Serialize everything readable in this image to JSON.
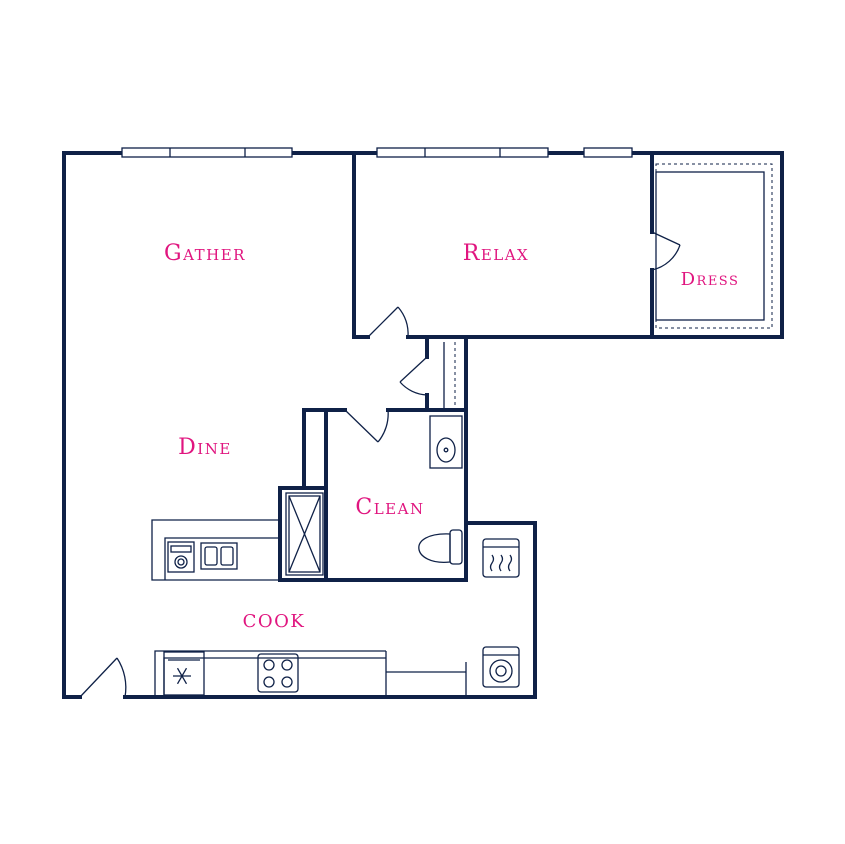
{
  "colors": {
    "wall": "#0f2147",
    "label": "#e0157f",
    "background": "#ffffff"
  },
  "rooms": {
    "gather": "Gather",
    "relax": "Relax",
    "dress": "Dress",
    "dine": "Dine",
    "clean": "Clean",
    "cook": "COOK"
  },
  "fixtures": [
    "window-icon",
    "door-icon",
    "sink-icon",
    "toilet-icon",
    "shower-icon",
    "dishwasher-icon",
    "refrigerator-icon",
    "stove-icon",
    "dryer-icon",
    "washer-icon"
  ]
}
